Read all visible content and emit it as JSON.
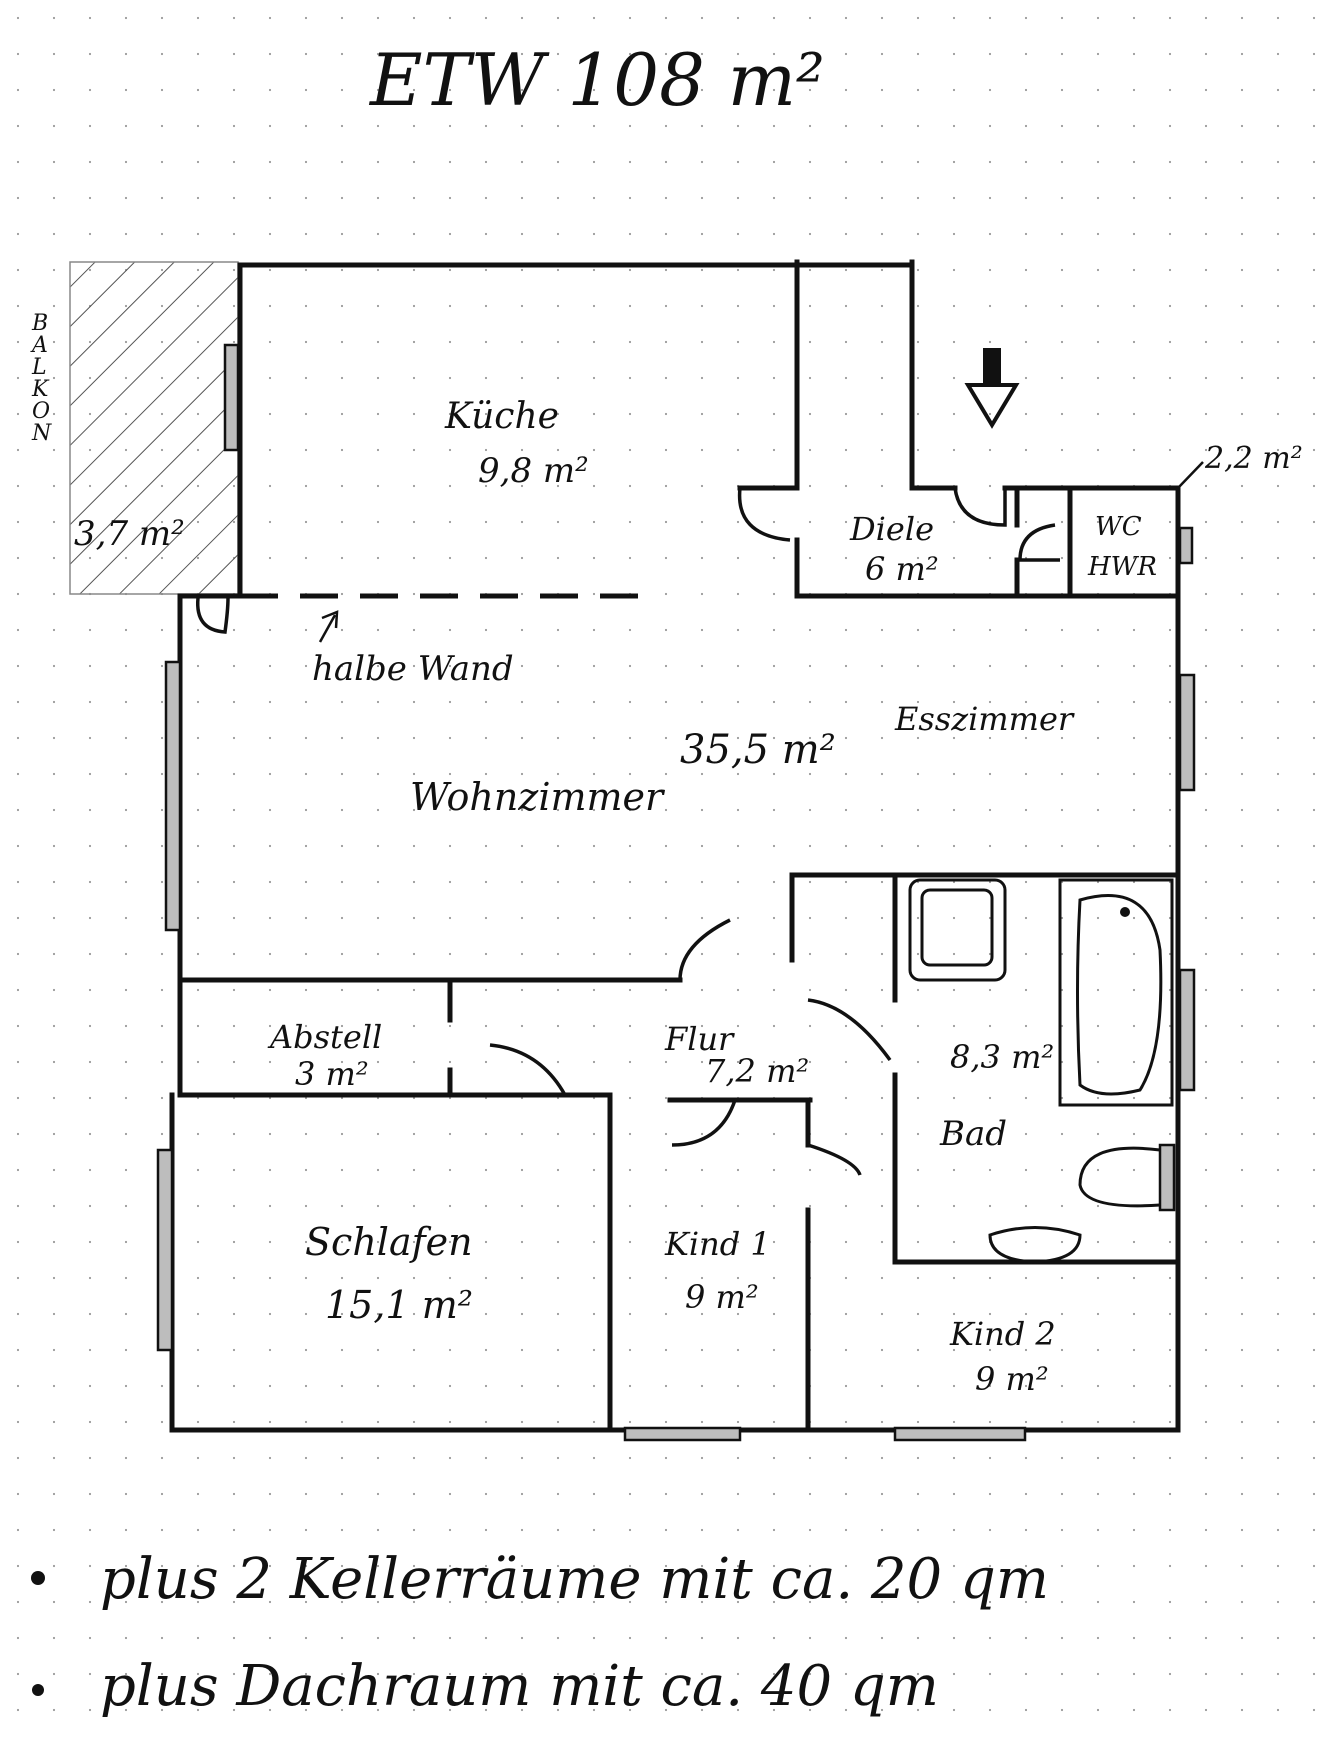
{
  "title": "ETW 108 m²",
  "balcony": {
    "vertical_label": [
      "B",
      "A",
      "L",
      "K",
      "O",
      "N"
    ],
    "area": "3,7 m²"
  },
  "rooms": {
    "kueche": {
      "name": "Küche",
      "area": "9,8 m²"
    },
    "diele": {
      "name": "Diele",
      "area": "6 m²"
    },
    "wc": {
      "name_line1": "WC",
      "name_line2": "HWR",
      "area": "2,2 m²"
    },
    "wohnzimmer": {
      "name": "Wohnzimmer",
      "area": "35,5 m²"
    },
    "esszimmer": {
      "name": "Esszimmer"
    },
    "abstell": {
      "name": "Abstell",
      "area": "3 m²"
    },
    "flur": {
      "name": "Flur",
      "area": "7,2 m²"
    },
    "bad": {
      "name": "Bad",
      "area": "8,3 m²"
    },
    "schlafen": {
      "name": "Schlafen",
      "area": "15,1 m²"
    },
    "kind1": {
      "name": "Kind 1",
      "area": "9 m²"
    },
    "kind2": {
      "name": "Kind 2",
      "area": "9 m²"
    }
  },
  "annotations": {
    "half_wall": "halbe Wand"
  },
  "notes": [
    "plus 2 Kellerräume mit ca. 20 qm",
    "plus Dachraum mit ca. 40 qm"
  ]
}
